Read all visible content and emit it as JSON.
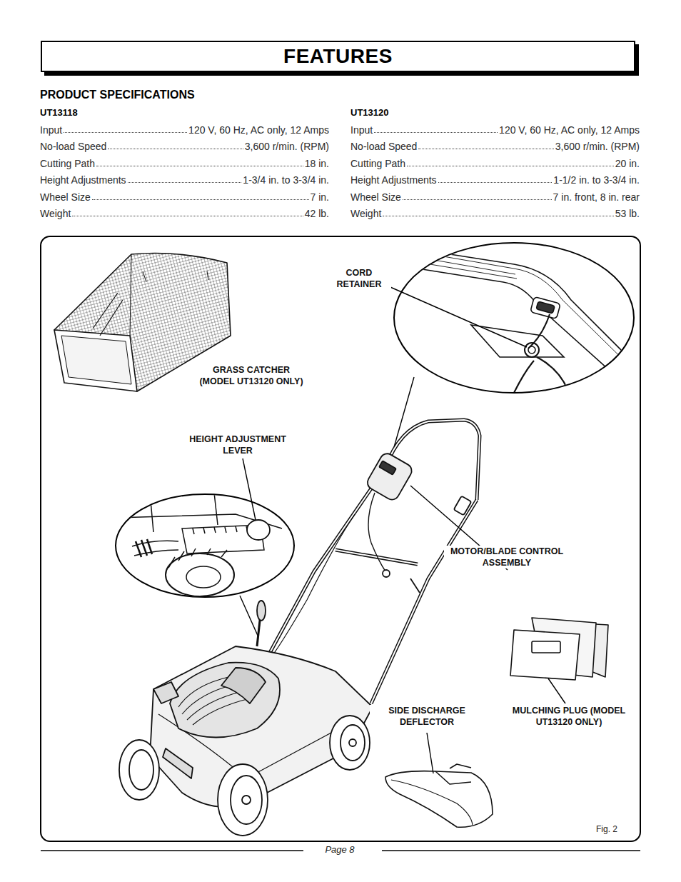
{
  "diagram": {
    "title": "FEATURES",
    "labels": [
      "PRODUCT SPECIFICATIONS",
      "UT13118",
      "Input",
      "120 V, 60 Hz, AC only, 12 Amps",
      "No-load Speed",
      "3,600 r/min. (RPM)",
      "Cutting Path",
      "18 in.",
      "Height Adjustments",
      "1-3/4 in. to 3-3/4 in.",
      "Wheel Size",
      "7 in.",
      "Weight",
      "42 lb.",
      "UT13120",
      "Input",
      "120 V, 60 Hz, AC only, 12 Amps",
      "No-load Speed",
      "3,600 r/min. (RPM)",
      "Cutting Path",
      "20 in.",
      "Height Adjustments",
      "1-1/2 in. to 3-3/4 in.",
      "Wheel Size",
      "7 in. front, 8 in. rear",
      "Weight",
      "53 lb.",
      "CORD RETAINER",
      "GRASS CATCHER (MODEL UT13120 ONLY)",
      "HEIGHT ADJUSTMENT LEVER",
      "MOTOR/BLADE CONTROL ASSEMBLY",
      "SIDE DISCHARGE DEFLECTOR",
      "MULCHING PLUG (MODEL UT13120 ONLY)",
      "Fig. 2",
      "Page 8"
    ]
  }
}
